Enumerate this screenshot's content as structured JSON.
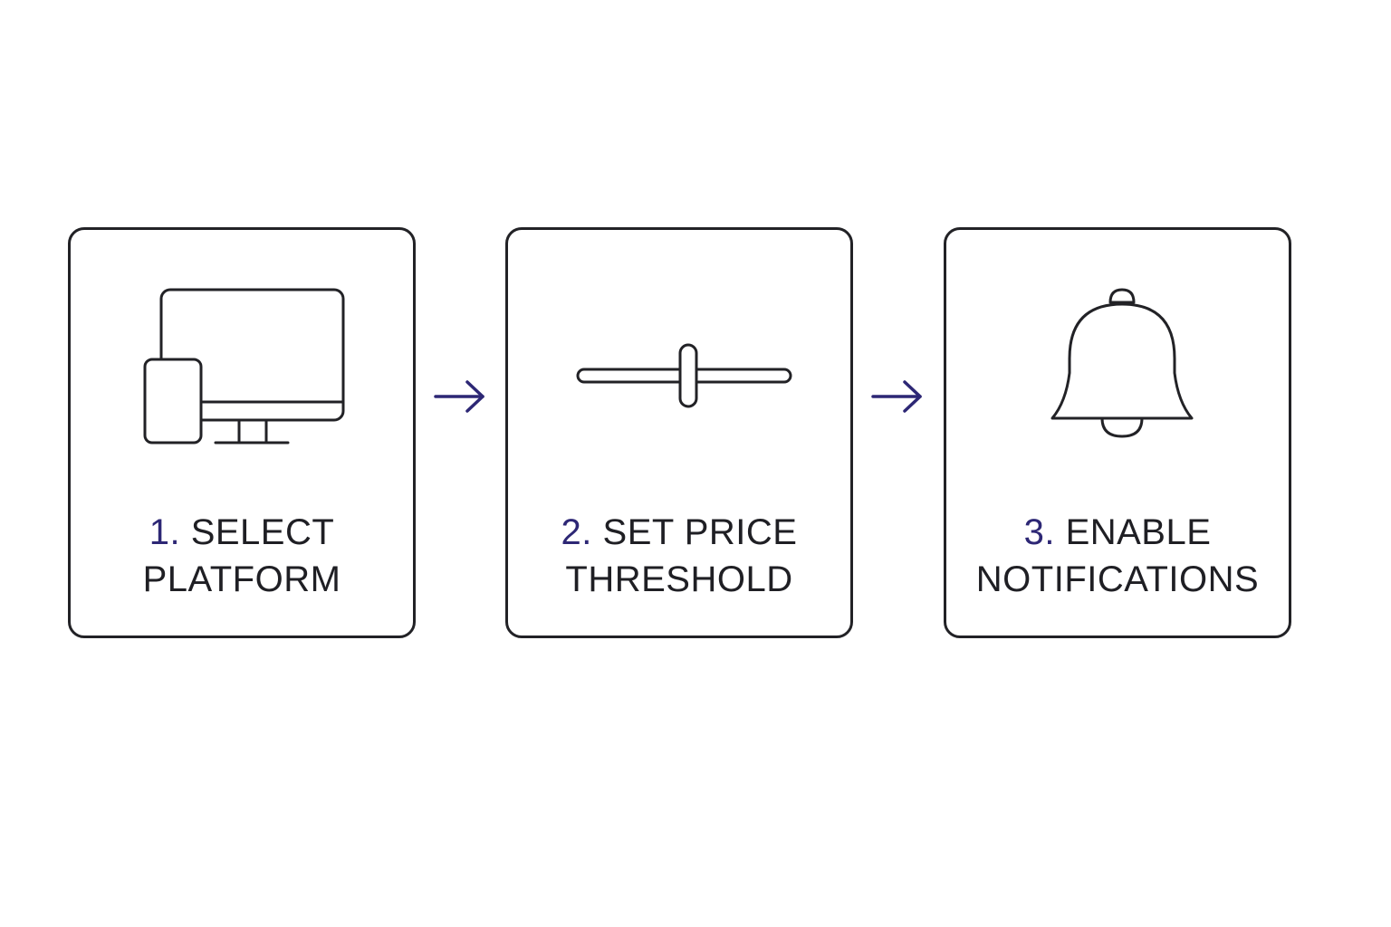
{
  "colors": {
    "accent": "#2d2775",
    "stroke": "#222226",
    "text": "#1f1f24",
    "background": "#ffffff"
  },
  "steps": [
    {
      "number": "1.",
      "line1": "SELECT",
      "line2": "PLATFORM",
      "icon": "devices-icon"
    },
    {
      "number": "2.",
      "line1": "SET PRICE",
      "line2": "THRESHOLD",
      "icon": "slider-icon"
    },
    {
      "number": "3.",
      "line1": "ENABLE",
      "line2": "NOTIFICATIONS",
      "icon": "bell-icon"
    }
  ]
}
